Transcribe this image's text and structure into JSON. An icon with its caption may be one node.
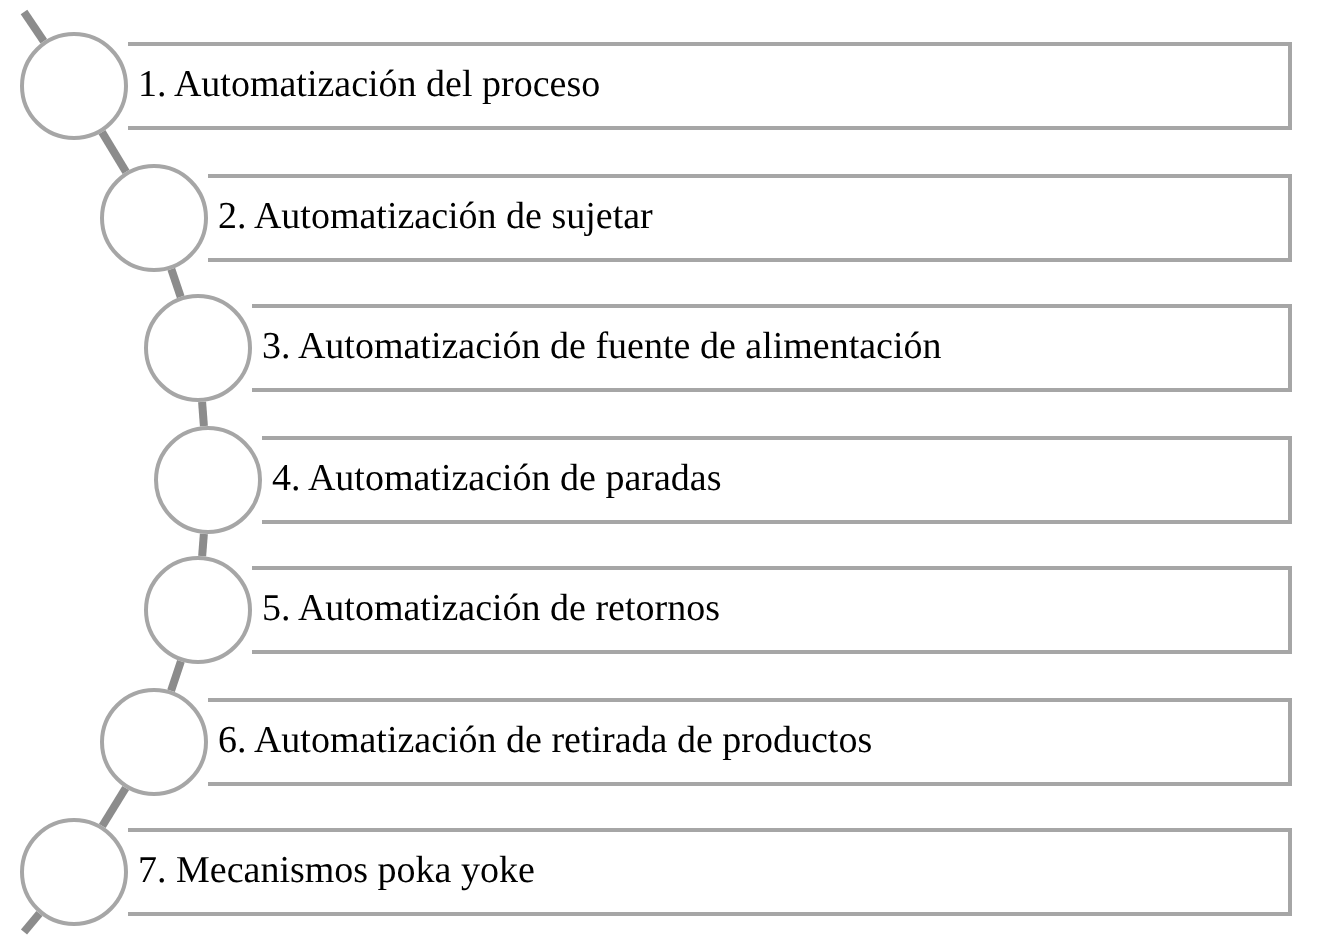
{
  "diagram": {
    "nodes": [
      {
        "text": [
          "1. Automatización del proceso"
        ]
      },
      {
        "text": [
          "2. Automatización de sujetar"
        ]
      },
      {
        "text": [
          "3. Automatización de fuente de alimentación"
        ]
      },
      {
        "text": [
          "4. Automatización de paradas"
        ]
      },
      {
        "text": [
          "5. Automatización de retornos"
        ]
      },
      {
        "text": [
          "6. Automatización de retirada de productos"
        ]
      },
      {
        "text": [
          "7. Mecanismos poka yoke"
        ]
      },
      {
        "text": [],
        "shape": "circle"
      },
      {
        "text": [],
        "shape": "circle"
      },
      {
        "text": [],
        "shape": "circle"
      },
      {
        "text": [],
        "shape": "circle"
      },
      {
        "text": [],
        "shape": "circle"
      },
      {
        "text": [],
        "shape": "circle"
      },
      {
        "text": [],
        "shape": "circle"
      }
    ],
    "edges": [
      {
        "from": null,
        "to": 7,
        "arrow": "none"
      },
      {
        "from": 7,
        "to": 8,
        "arrow": "none"
      },
      {
        "from": 8,
        "to": 9,
        "arrow": "none"
      },
      {
        "from": 9,
        "to": 10,
        "arrow": "none"
      },
      {
        "from": 10,
        "to": 11,
        "arrow": "none"
      },
      {
        "from": 11,
        "to": 12,
        "arrow": "none"
      },
      {
        "from": 12,
        "to": 13,
        "arrow": "none"
      },
      {
        "from": 13,
        "to": null,
        "arrow": "none"
      }
    ]
  }
}
